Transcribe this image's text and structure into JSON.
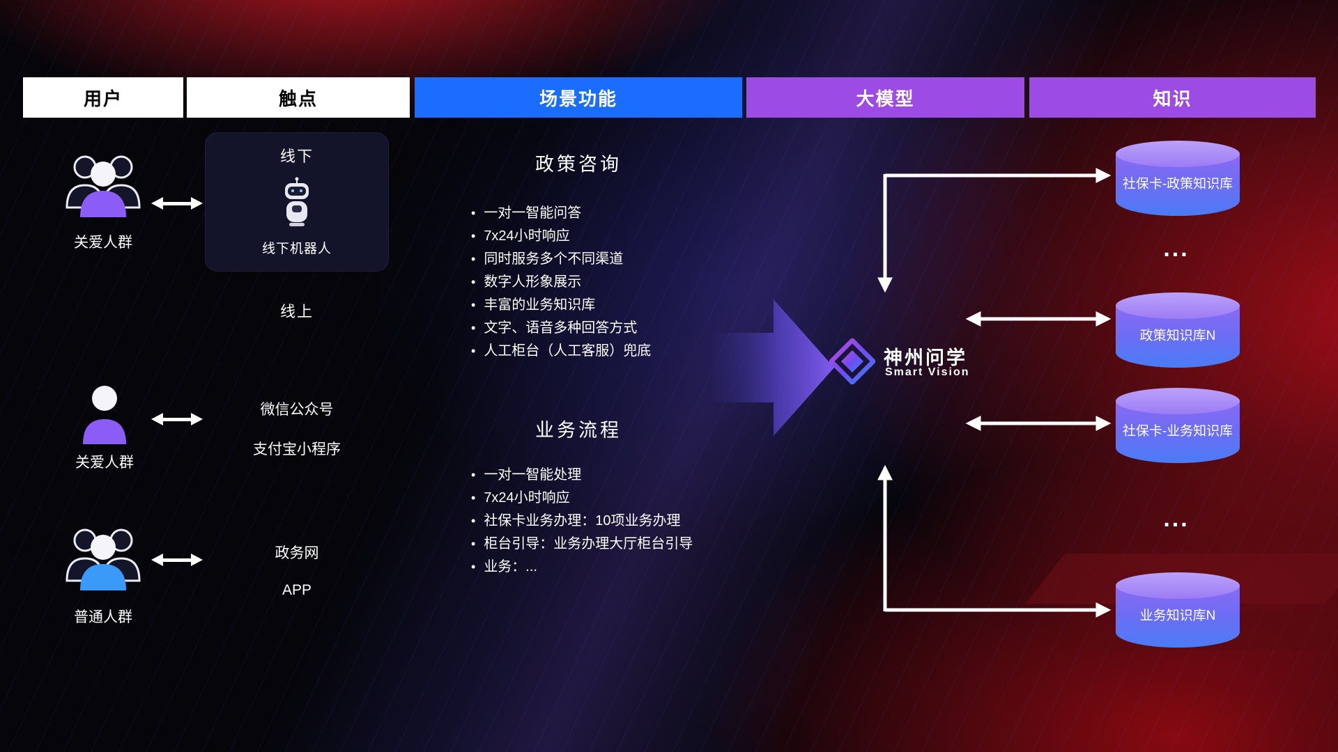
{
  "headers": [
    {
      "label": "用户"
    },
    {
      "label": "触点"
    },
    {
      "label": "场景功能"
    },
    {
      "label": "大模型"
    },
    {
      "label": "知识"
    }
  ],
  "users": [
    {
      "label": "关爱人群",
      "icon": "people-group",
      "color": "#8b5cf6"
    },
    {
      "label": "关爱人群",
      "icon": "person",
      "color": "#8b5cf6"
    },
    {
      "label": "普通人群",
      "icon": "people-group",
      "color": "#3b9af7"
    }
  ],
  "touchpoints": {
    "offline_title": "线下",
    "offline_robot_label": "线下机器人",
    "online_title": "线上",
    "items": [
      "微信公众号",
      "支付宝小程序",
      "政务网",
      "APP"
    ]
  },
  "scenarios": [
    {
      "title": "政策咨询",
      "items": [
        "一对一智能问答",
        "7x24小时响应",
        "同时服务多个不同渠道",
        "数字人形象展示",
        "丰富的业务知识库",
        "文字、语音多种回答方式",
        "人工柜台（人工客服）兜底"
      ]
    },
    {
      "title": "业务流程",
      "items": [
        "一对一智能处理",
        "7x24小时响应",
        "社保卡业务办理：10项业务办理",
        "柜台引导：业务办理大厅柜台引导",
        "业务：..."
      ]
    }
  ],
  "model": {
    "name": "神州问学",
    "subtitle": "Smart Vision"
  },
  "knowledge": {
    "bases": [
      {
        "label": "社保卡-政策知识库"
      },
      {
        "label": "政策知识库N"
      },
      {
        "label": "社保卡-业务知识库"
      },
      {
        "label": "业务知识库N"
      }
    ],
    "ellipsis": "..."
  },
  "colors": {
    "header_blue": "#1a6dff",
    "header_purple": "#9c4ce4",
    "accent_purple": "#8b5cf6",
    "accent_blue": "#3b9af7",
    "cylinder_top": "#bba2fa",
    "cylinder_bottom": "#4a7cf5",
    "arrow_white": "#ffffff"
  }
}
